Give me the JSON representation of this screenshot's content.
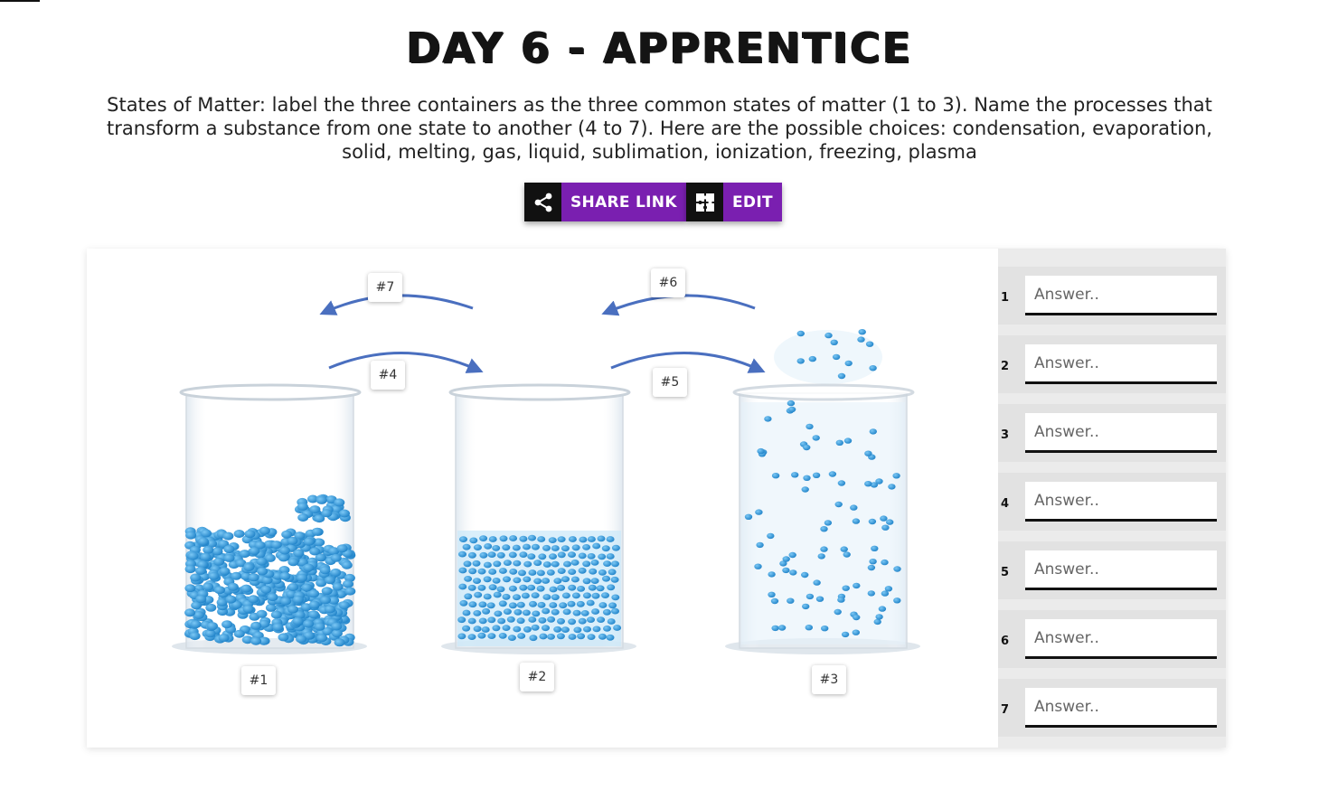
{
  "header": {
    "title": "DAY 6 - APPRENTICE",
    "description": "States of Matter: label the three containers as the three common states of matter (1 to 3). Name the processes that transform a substance from one state to another (4 to 7). Here are the possible choices: condensation, evaporation, solid, melting, gas, liquid, sublimation, ionization, freezing, plasma"
  },
  "buttons": {
    "share_label": "SHARE LINK",
    "edit_label": "EDIT",
    "share_icon": "share-icon",
    "edit_icon": "puzzle-icon",
    "accent_color": "#7a1fb0"
  },
  "diagram": {
    "labels": {
      "l1": "#1",
      "l2": "#2",
      "l3": "#3",
      "l4": "#4",
      "l5": "#5",
      "l6": "#6",
      "l7": "#7"
    },
    "arrow_color": "#4a6fbf",
    "particle_color": "#2f9be0"
  },
  "answers": {
    "placeholder": "Answer..",
    "items": [
      {
        "num": "1",
        "value": ""
      },
      {
        "num": "2",
        "value": ""
      },
      {
        "num": "3",
        "value": ""
      },
      {
        "num": "4",
        "value": ""
      },
      {
        "num": "5",
        "value": ""
      },
      {
        "num": "6",
        "value": ""
      },
      {
        "num": "7",
        "value": ""
      }
    ]
  }
}
